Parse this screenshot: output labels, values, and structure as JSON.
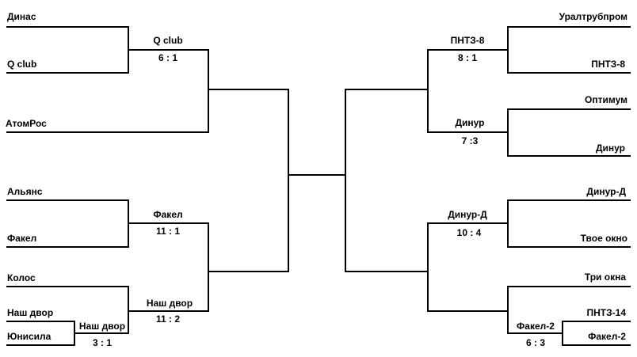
{
  "left": {
    "teams": [
      "Динас",
      "Q club",
      "АтомРос",
      "Альянс",
      "Факел",
      "Колос",
      "Наш двор",
      "Юнисила"
    ],
    "matches": [
      {
        "winner": "Q club",
        "score": "6 : 1"
      },
      {
        "winner": "Факел",
        "score": "11 : 1"
      },
      {
        "winner": "Наш двор",
        "score": "3 : 1"
      },
      {
        "winner": "Наш двор",
        "score": "11 : 2"
      }
    ]
  },
  "right": {
    "teams": [
      "Уралтрубпром",
      "ПНТЗ-8",
      "Оптимум",
      "Динур",
      "Динур-Д",
      "Твое окно",
      "Три окна",
      "ПНТЗ-14",
      "Факел-2"
    ],
    "matches": [
      {
        "winner": "ПНТЗ-8",
        "score": "8 : 1"
      },
      {
        "winner": "Динур",
        "score": "7 :3"
      },
      {
        "winner": "Динур-Д",
        "score": "10 : 4"
      },
      {
        "winner": "Факел-2",
        "score": "6 : 3"
      }
    ]
  }
}
